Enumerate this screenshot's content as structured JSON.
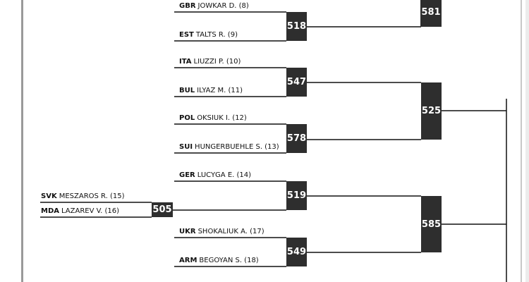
{
  "entries": [
    {
      "country": "GBR",
      "name": "JOWKAR D. (8)"
    },
    {
      "country": "EST",
      "name": "TALTS R. (9)"
    },
    {
      "country": "ITA",
      "name": "LIUZZI P. (10)"
    },
    {
      "country": "BUL",
      "name": "ILYAZ M. (11)"
    },
    {
      "country": "POL",
      "name": "OKSIUK I. (12)"
    },
    {
      "country": "SUI",
      "name": "HUNGERBUEHLE S. (13)"
    },
    {
      "country": "GER",
      "name": "LUCYGA E. (14)"
    },
    {
      "country": "SVK",
      "name": "MESZAROS R. (15)"
    },
    {
      "country": "MDA",
      "name": "LAZAREV V. (16)"
    },
    {
      "country": "UKR",
      "name": "SHOKALIUK A. (17)"
    },
    {
      "country": "ARM",
      "name": "BEGOYAN S. (18)"
    }
  ],
  "bouts": {
    "b505": "505",
    "b518": "518",
    "b547": "547",
    "b578": "578",
    "b519": "519",
    "b549": "549",
    "b525": "525",
    "b585": "585",
    "btop": "581"
  },
  "colors": {
    "line": "#111111",
    "box": "#2e2e2e",
    "box_text": "#ffffff",
    "frame": "#9a9a9a"
  }
}
